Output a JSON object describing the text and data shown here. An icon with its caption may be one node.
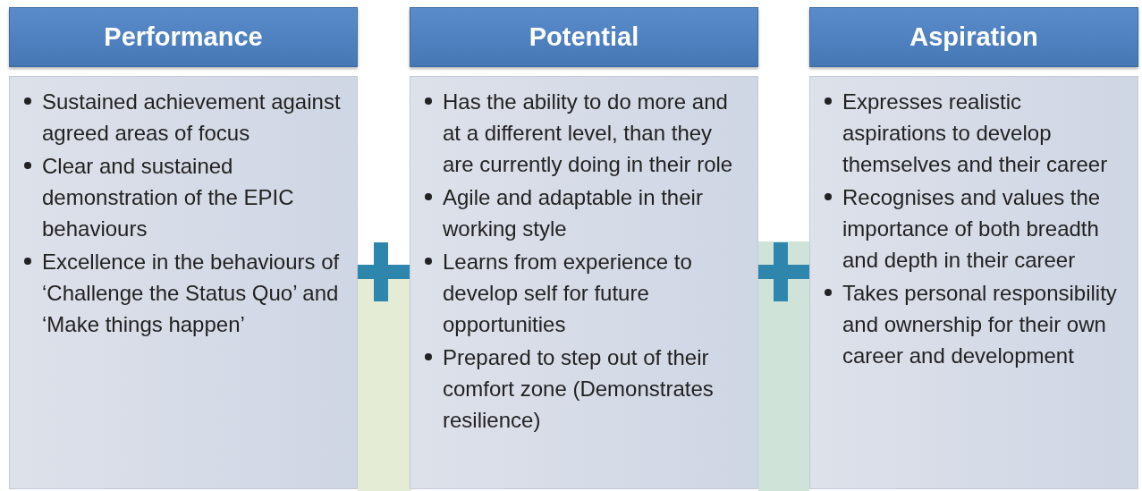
{
  "diagram": {
    "nodes": [
      {
        "text": [
          "Performance"
        ]
      },
      {
        "text": [
          "Sustained achievement against agreed areas of focus",
          "Clear and sustained demonstration of the EPIC behaviours",
          "Excellence in the behaviours of ‘Challenge the Status Quo’ and ‘Make things happen’"
        ]
      },
      {
        "text": [
          "Potential"
        ]
      },
      {
        "text": [
          "Has the ability to do more and at a different level, than they are currently doing in their role",
          "Agile and adaptable in their working style",
          "Learns from experience to develop self for future opportunities",
          "Prepared to step out of their comfort zone (Demonstrates resilience)"
        ]
      },
      {
        "text": [
          "Aspiration"
        ]
      },
      {
        "text": [
          "Expresses realistic aspirations to develop themselves and their career",
          "Recognises and values the importance of both breadth and depth in their career",
          "Takes personal responsibility and ownership for their own career and development"
        ]
      }
    ]
  }
}
